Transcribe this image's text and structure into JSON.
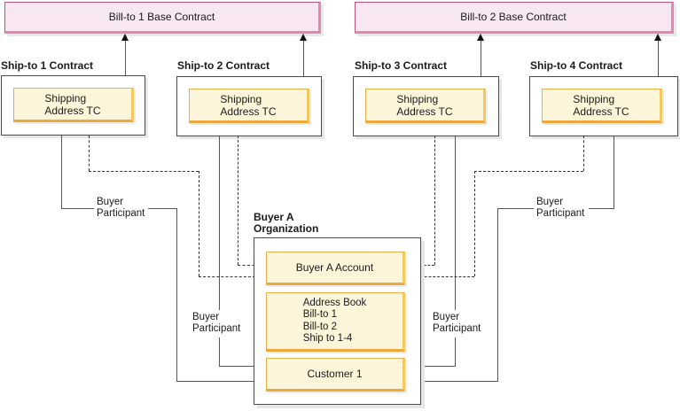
{
  "diagram": {
    "bill_contracts": [
      {
        "label": "Bill-to 1 Base Contract"
      },
      {
        "label": "Bill-to 2 Base Contract"
      }
    ],
    "ship_contracts": [
      {
        "title": "Ship-to 1 Contract",
        "tc": {
          "line1": "Shipping",
          "line2": "Address TC"
        }
      },
      {
        "title": "Ship-to 2 Contract",
        "tc": {
          "line1": "Shipping",
          "line2": "Address TC"
        }
      },
      {
        "title": "Ship-to 3 Contract",
        "tc": {
          "line1": "Shipping",
          "line2": "Address TC"
        }
      },
      {
        "title": "Ship-to 4 Contract",
        "tc": {
          "line1": "Shipping",
          "line2": "Address TC"
        }
      }
    ],
    "participant_labels": [
      {
        "line1": "Buyer",
        "line2": "Participant"
      },
      {
        "line1": "Buyer",
        "line2": "Participant"
      },
      {
        "line1": "Buyer",
        "line2": "Participant"
      },
      {
        "line1": "Buyer",
        "line2": "Participant"
      }
    ],
    "org": {
      "title_line1": "Buyer A",
      "title_line2": "Organization",
      "account_label": "Buyer A Account",
      "address_book_lines": [
        "Address Book",
        "Bill-to 1",
        "Bill-to 2",
        "Ship to 1-4"
      ],
      "customer_label": "Customer 1"
    },
    "colors": {
      "bill_fill": "#f8e7f1",
      "bill_border": "#b5537e",
      "bill_accent": "#e286b5",
      "tc_fill": "#fdf5da",
      "tc_border": "#e6b14a",
      "tc_accent": "#f0a83c",
      "box_border": "#4a4a4a",
      "line": "#555555",
      "dashed_line": "#333333"
    }
  }
}
